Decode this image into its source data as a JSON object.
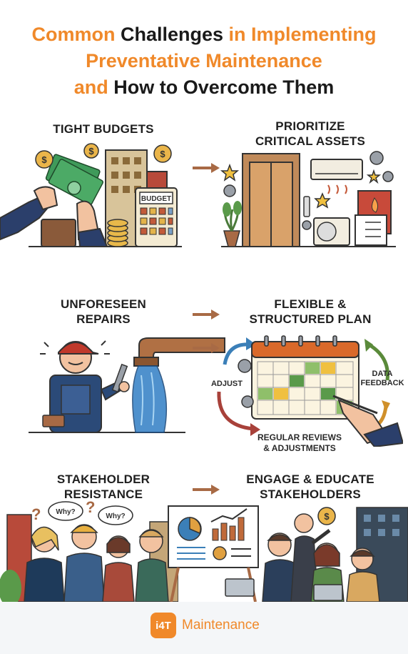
{
  "title": {
    "part1": "Common ",
    "part2": "Challenges",
    "part3": " in Implementing",
    "part4": "Preventative Maintenance",
    "part5": "and",
    "part6": " How to Overcome Them"
  },
  "rows": [
    {
      "challenge": {
        "line1": "TIGHT BUDGETS",
        "line2": ""
      },
      "solution": {
        "line1": "PRIORITIZE",
        "line2": "CRITICAL ASSETS"
      },
      "labels": {
        "budget": "BUDGET"
      }
    },
    {
      "challenge": {
        "line1": "UNFORESEEN",
        "line2": "REPAIRS"
      },
      "solution": {
        "line1": "FLEXIBLE &",
        "line2": "STRUCTURED PLAN"
      },
      "labels": {
        "adjust": "ADJUST",
        "data1": "DATA",
        "data2": "FEEDBACK",
        "reviews1": "REGULAR REVIEWS",
        "reviews2": "& ADJUSTMENTS"
      }
    },
    {
      "challenge": {
        "line1": "STAKEHOLDER",
        "line2": "RESISTANCE"
      },
      "solution": {
        "line1": "ENGAGE & EDUCATE",
        "line2": "STAKEHOLDERS"
      },
      "labels": {
        "why": "Why?"
      }
    }
  ],
  "footer": {
    "logo_text": "i4T",
    "brand": "Maintenance"
  },
  "colors": {
    "accent": "#f0892a",
    "arrow": "#a86a45",
    "text": "#1f1f1f"
  }
}
